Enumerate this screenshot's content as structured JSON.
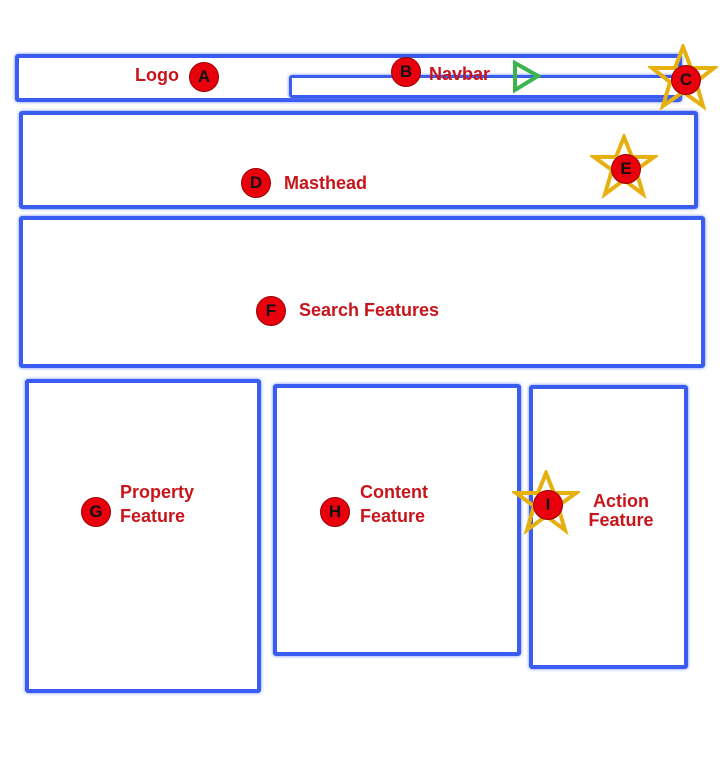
{
  "regions": {
    "logo": {
      "label": "Logo",
      "marker": "A"
    },
    "navbar": {
      "label": "Navbar",
      "marker": "B"
    },
    "nav_action": {
      "marker": "C"
    },
    "masthead": {
      "label": "Masthead",
      "marker": "D"
    },
    "masthead_action": {
      "marker": "E"
    },
    "search": {
      "label": "Search Features",
      "marker": "F"
    },
    "col1": {
      "label_a": "Property",
      "label_b": "Feature",
      "marker": "G"
    },
    "col2": {
      "label_a": "Content",
      "label_b": "Feature",
      "marker": "H"
    },
    "col3": {
      "label": "Action Feature",
      "marker": "I"
    }
  },
  "colors": {
    "box": "#3a5cf0",
    "label": "#c8151b",
    "marker": "#e8000d",
    "star": "#e6b00e",
    "triangle": "#3cb44b"
  }
}
